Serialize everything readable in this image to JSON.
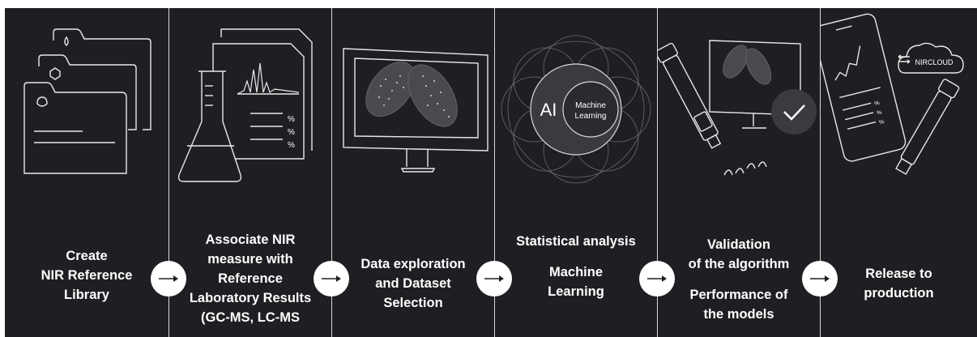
{
  "steps": [
    {
      "id": "create",
      "lines": [
        "Create",
        "NIR Reference",
        "Library"
      ]
    },
    {
      "id": "associate",
      "lines": [
        "Associate NIR",
        "measure with",
        "Reference",
        "Laboratory Results",
        "(GC-MS, LC-MS"
      ]
    },
    {
      "id": "explore",
      "lines": [
        "Data exploration",
        "and Dataset",
        "Selection"
      ]
    },
    {
      "id": "analysis",
      "lines_a": [
        "Statistical analysis"
      ],
      "lines_b": [
        "Machine",
        "Learning"
      ]
    },
    {
      "id": "validation",
      "lines_a": [
        "Validation",
        "of the algorithm"
      ],
      "lines_b": [
        "Performance of",
        "the models"
      ]
    },
    {
      "id": "release",
      "lines": [
        "Release to",
        "production"
      ]
    }
  ],
  "illustrations": {
    "percent_marks": [
      "%",
      "%",
      "%"
    ],
    "ai_label": "AI",
    "ml_label_line1": "Machine",
    "ml_label_line2": "Learning",
    "cloud_label": "NIRCLOUD"
  },
  "icons": {
    "arrow": "arrow-right-icon",
    "check": "checkmark-icon"
  },
  "colors": {
    "background": "#1e1f22",
    "line_art": "#e8e8e8",
    "text": "#ffffff",
    "divider": "#d8d8d8"
  }
}
